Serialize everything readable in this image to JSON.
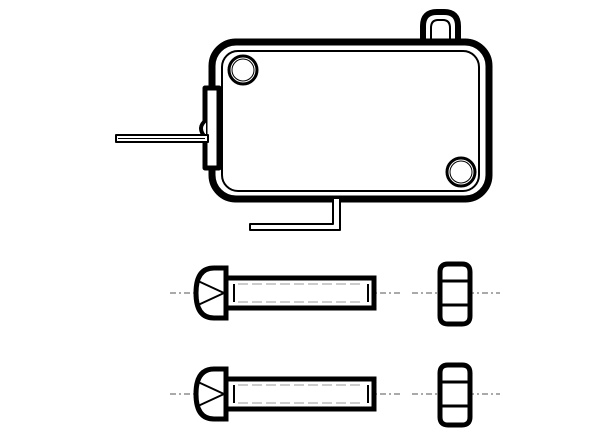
{
  "figure": {
    "subject": "microswitch-with-mounting-hardware",
    "stroke_color": "#000000",
    "fill_color": "#ffffff",
    "screw_count": 2,
    "nut_count": 2
  },
  "components": {
    "switch_body": {
      "icon": "microswitch-body-icon"
    },
    "actuator_lever": {
      "icon": "lever-icon"
    },
    "terminal": {
      "icon": "terminal-pin-icon"
    },
    "mounting_holes": 2,
    "screws": [
      {
        "icon": "pan-head-screw-icon"
      },
      {
        "icon": "pan-head-screw-icon"
      }
    ],
    "nuts": [
      {
        "icon": "hex-nut-icon"
      },
      {
        "icon": "hex-nut-icon"
      }
    ]
  }
}
